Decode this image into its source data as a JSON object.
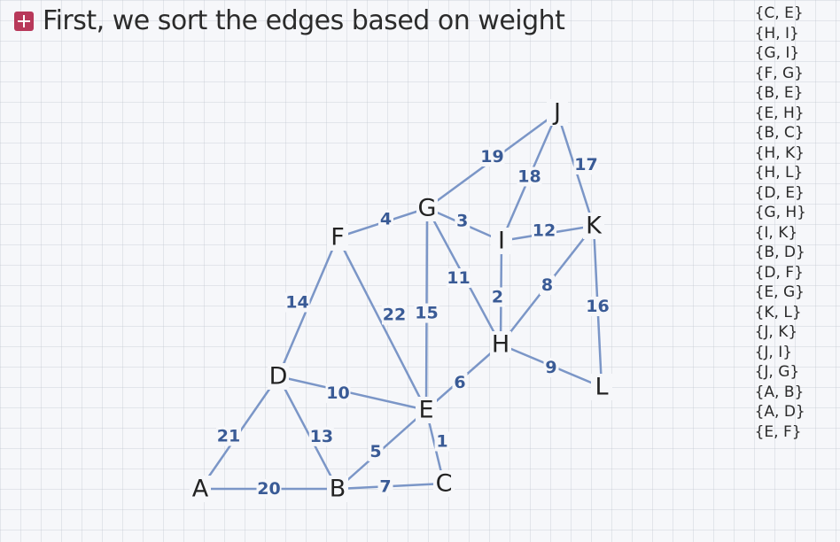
{
  "header": {
    "title": "First, we sort the edges based on weight"
  },
  "graph": {
    "nodes": [
      {
        "id": "A",
        "label": "A"
      },
      {
        "id": "B",
        "label": "B"
      },
      {
        "id": "C",
        "label": "C"
      },
      {
        "id": "D",
        "label": "D"
      },
      {
        "id": "E",
        "label": "E"
      },
      {
        "id": "F",
        "label": "F"
      },
      {
        "id": "G",
        "label": "G"
      },
      {
        "id": "H",
        "label": "H"
      },
      {
        "id": "I",
        "label": "I"
      },
      {
        "id": "J",
        "label": "J"
      },
      {
        "id": "K",
        "label": "K"
      },
      {
        "id": "L",
        "label": "L"
      }
    ],
    "edges": [
      {
        "from": "A",
        "to": "B",
        "weight": "20"
      },
      {
        "from": "A",
        "to": "D",
        "weight": "21"
      },
      {
        "from": "B",
        "to": "C",
        "weight": "7"
      },
      {
        "from": "B",
        "to": "D",
        "weight": "13"
      },
      {
        "from": "B",
        "to": "E",
        "weight": "5"
      },
      {
        "from": "C",
        "to": "E",
        "weight": "1"
      },
      {
        "from": "D",
        "to": "E",
        "weight": "10"
      },
      {
        "from": "D",
        "to": "F",
        "weight": "14"
      },
      {
        "from": "E",
        "to": "F",
        "weight": "22"
      },
      {
        "from": "E",
        "to": "G",
        "weight": "15"
      },
      {
        "from": "E",
        "to": "H",
        "weight": "6"
      },
      {
        "from": "F",
        "to": "G",
        "weight": "4"
      },
      {
        "from": "G",
        "to": "H",
        "weight": "11"
      },
      {
        "from": "G",
        "to": "I",
        "weight": "3"
      },
      {
        "from": "G",
        "to": "J",
        "weight": "19"
      },
      {
        "from": "H",
        "to": "I",
        "weight": "2"
      },
      {
        "from": "H",
        "to": "K",
        "weight": "8"
      },
      {
        "from": "H",
        "to": "L",
        "weight": "9"
      },
      {
        "from": "I",
        "to": "J",
        "weight": "18"
      },
      {
        "from": "I",
        "to": "K",
        "weight": "12"
      },
      {
        "from": "J",
        "to": "K",
        "weight": "17"
      },
      {
        "from": "K",
        "to": "L",
        "weight": "16"
      }
    ]
  },
  "sorted_edges": [
    "{C, E}",
    "{H, I}",
    "{G, I}",
    "{F, G}",
    "{B, E}",
    "{E, H}",
    "{B, C}",
    "{H, K}",
    "{H, L}",
    "{D, E}",
    "{G, H}",
    "{I, K}",
    "{B, D}",
    "{D, F}",
    "{E, G}",
    "{K, L}",
    "{J, K}",
    "{J, I}",
    "{J, G}",
    "{A, B}",
    "{A, D}",
    "{E, F}"
  ]
}
